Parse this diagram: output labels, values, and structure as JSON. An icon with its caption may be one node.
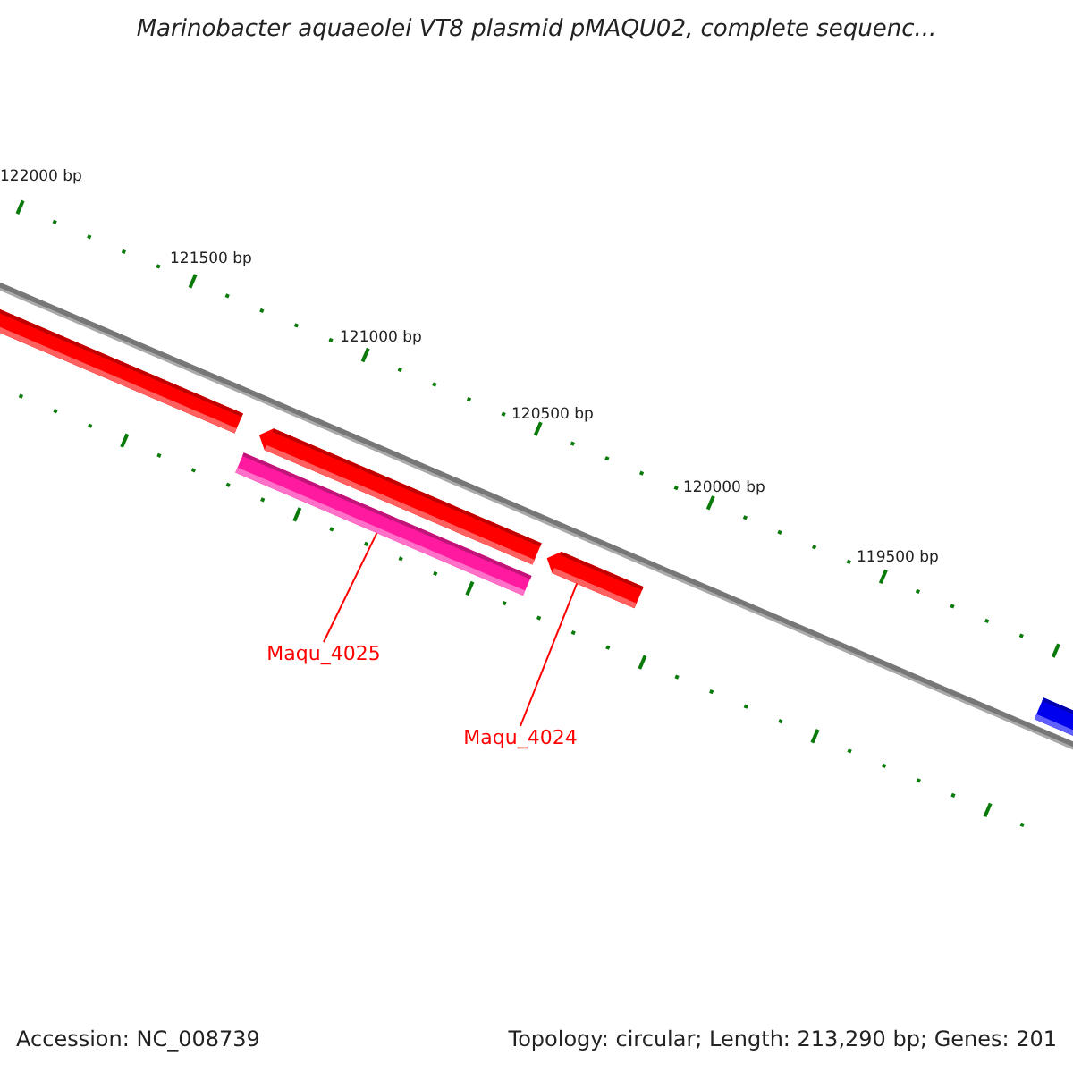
{
  "diagram": {
    "title": "Marinobacter aquaeolei VT8 plasmid pMAQU02, complete sequenc...",
    "nodes": [
      {
        "text": [],
        "shape": "bar"
      },
      {
        "text": [],
        "shape": "bar"
      },
      {
        "text": [],
        "shape": "bar"
      },
      {
        "text": [],
        "shape": "bar"
      },
      {
        "text": [],
        "shape": "bar"
      },
      {
        "text": [
          "Maqu_4025"
        ]
      },
      {
        "text": [
          "Maqu_4024"
        ]
      }
    ],
    "edges": [
      {
        "from": 5,
        "to": 2,
        "arrow": "none"
      },
      {
        "from": 6,
        "to": 3,
        "arrow": "none"
      }
    ],
    "labels": [
      "122000 bp",
      "121500 bp",
      "121000 bp",
      "120500 bp",
      "120000 bp",
      "119500 bp",
      "Accession: NC_008739",
      "Topology: circular; Length: 213,290 bp; Genes: 201"
    ]
  }
}
